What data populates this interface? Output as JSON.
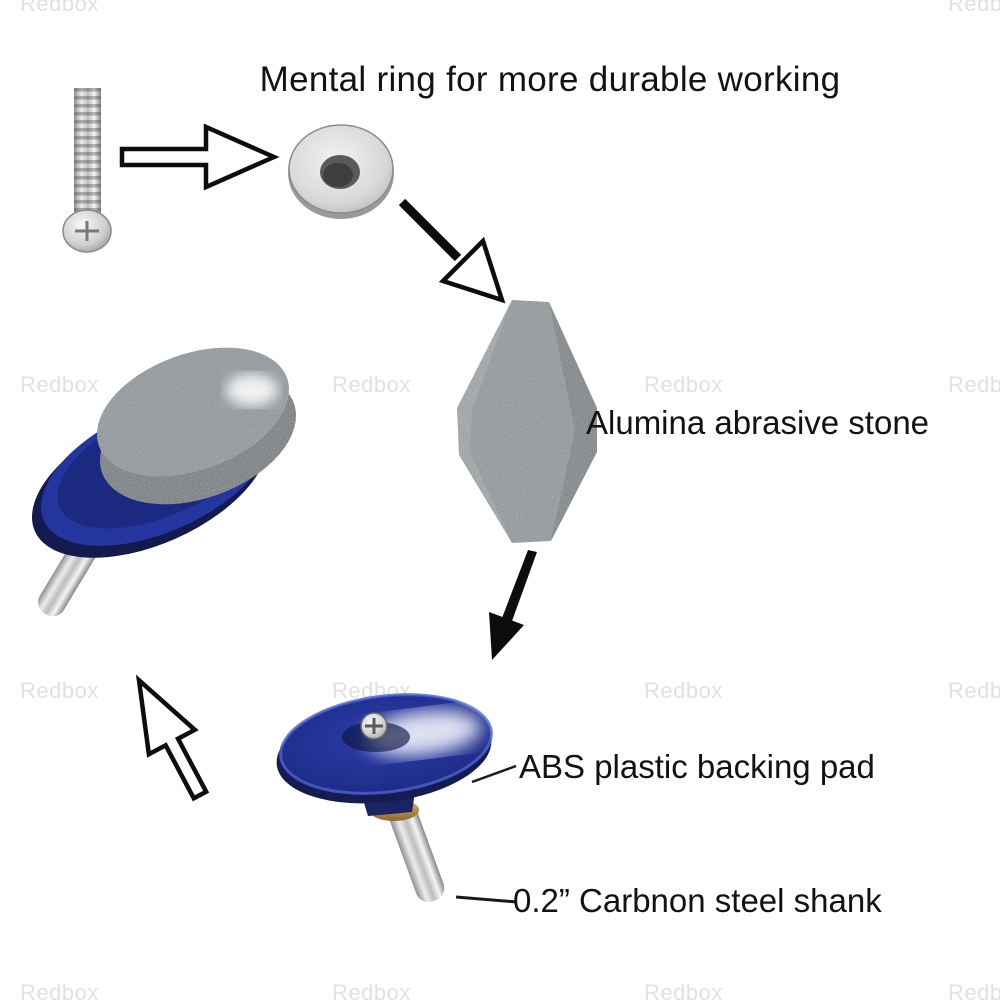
{
  "title": "Mental ring for more durable working",
  "annotations": {
    "stone": "Alumina abrasive stone",
    "pad": "ABS plastic backing pad",
    "shank": "0.2” Carbnon steel shank"
  },
  "watermark": "Redbox",
  "colors": {
    "pad_blue": "#2336a0",
    "pad_dark": "#141c50",
    "stone_gray": "#8d9499",
    "stone_side": "#6e757a",
    "metal_light": "#e9e9e9",
    "brass": "#b9924a",
    "arrow_black": "#111111",
    "watermark_gray": "#c9c9c9"
  },
  "parts": [
    {
      "name": "mounting-screw"
    },
    {
      "name": "metal-ring-washer"
    },
    {
      "name": "alumina-abrasive-stone"
    },
    {
      "name": "assembled-sharpener"
    },
    {
      "name": "abs-backing-pad-with-shank"
    }
  ]
}
